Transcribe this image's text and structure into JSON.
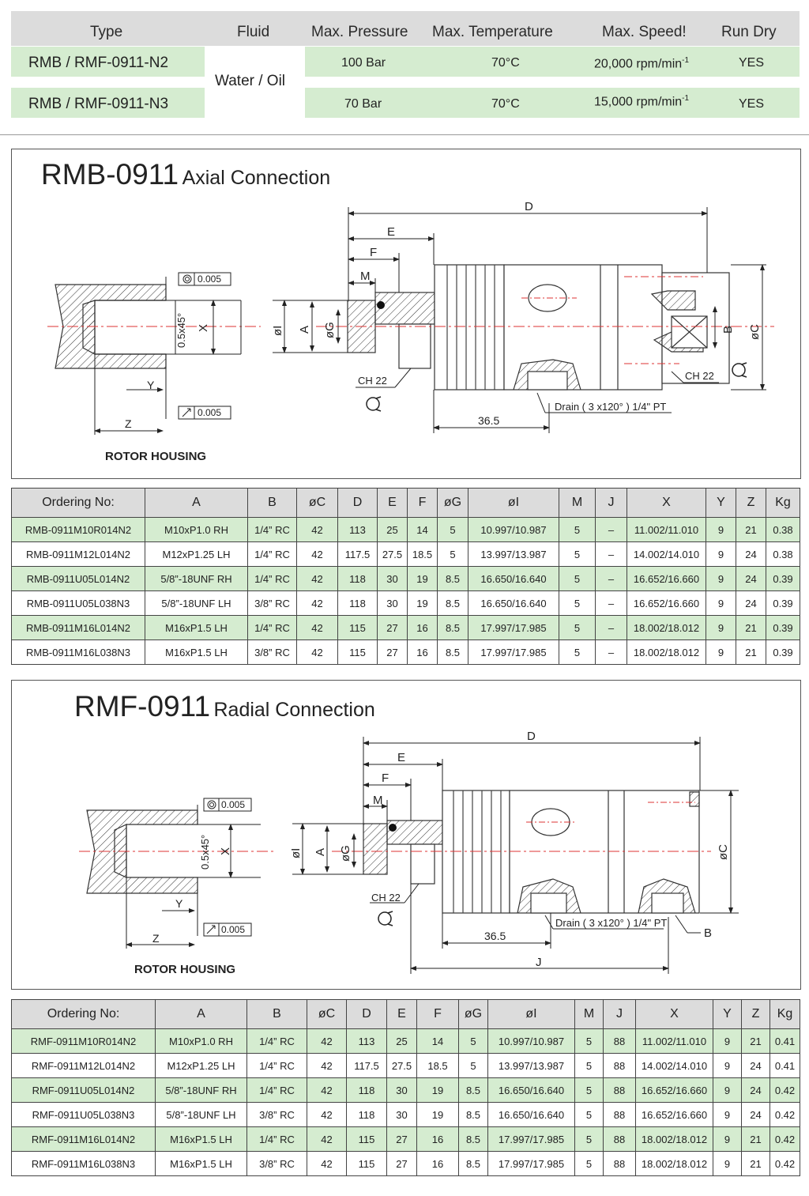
{
  "spec": {
    "headers": [
      "Type",
      "Fluid",
      "Max. Pressure",
      "Max. Temperature",
      "Max. Speed!",
      "Run Dry"
    ],
    "fluid": "Water / Oil",
    "rows": [
      {
        "type": "RMB / RMF-0911-N2",
        "pressure": "100 Bar",
        "temp": "70°C",
        "speed": "20,000 rpm/min",
        "sup": "-1",
        "dry": "YES"
      },
      {
        "type": "RMB / RMF-0911-N3",
        "pressure": "70 Bar",
        "temp": "70°C",
        "speed": "15,000 rpm/min",
        "sup": "-1",
        "dry": "YES"
      }
    ]
  },
  "rmb": {
    "model": "RMB-0911",
    "subtitle": "Axial Connection",
    "housing_label": "ROTOR HOUSING",
    "drawing": {
      "tol1": "0.005",
      "tol2": "0.005",
      "chamfer": "0.5x45°",
      "dims": [
        "D",
        "E",
        "F",
        "M",
        "X",
        "Y",
        "Z",
        "øI",
        "A",
        "øG",
        "B",
        "øC"
      ],
      "ch1": "CH 22",
      "ch2": "CH 22",
      "drain": "Drain ( 3 x120° ) 1/4\" PT",
      "dim365": "36.5"
    },
    "table": {
      "headers": [
        "Ordering No:",
        "A",
        "B",
        "øC",
        "D",
        "E",
        "F",
        "øG",
        "øI",
        "M",
        "J",
        "X",
        "Y",
        "Z",
        "Kg"
      ],
      "rows": [
        [
          "RMB-0911M10R014N2",
          "M10xP1.0 RH",
          "1/4” RC",
          "42",
          "113",
          "25",
          "14",
          "5",
          "10.997/10.987",
          "5",
          "–",
          "11.002/11.010",
          "9",
          "21",
          "0.38"
        ],
        [
          "RMB-0911M12L014N2",
          "M12xP1.25 LH",
          "1/4” RC",
          "42",
          "117.5",
          "27.5",
          "18.5",
          "5",
          "13.997/13.987",
          "5",
          "–",
          "14.002/14.010",
          "9",
          "24",
          "0.38"
        ],
        [
          "RMB-0911U05L014N2",
          "5/8”-18UNF RH",
          "1/4” RC",
          "42",
          "118",
          "30",
          "19",
          "8.5",
          "16.650/16.640",
          "5",
          "–",
          "16.652/16.660",
          "9",
          "24",
          "0.39"
        ],
        [
          "RMB-0911U05L038N3",
          "5/8”-18UNF LH",
          "3/8” RC",
          "42",
          "118",
          "30",
          "19",
          "8.5",
          "16.650/16.640",
          "5",
          "–",
          "16.652/16.660",
          "9",
          "24",
          "0.39"
        ],
        [
          "RMB-0911M16L014N2",
          "M16xP1.5 LH",
          "1/4” RC",
          "42",
          "115",
          "27",
          "16",
          "8.5",
          "17.997/17.985",
          "5",
          "–",
          "18.002/18.012",
          "9",
          "21",
          "0.39"
        ],
        [
          "RMB-0911M16L038N3",
          "M16xP1.5 LH",
          "3/8” RC",
          "42",
          "115",
          "27",
          "16",
          "8.5",
          "17.997/17.985",
          "5",
          "–",
          "18.002/18.012",
          "9",
          "21",
          "0.39"
        ]
      ]
    }
  },
  "rmf": {
    "model": "RMF-0911",
    "subtitle": "Radial Connection",
    "housing_label": "ROTOR HOUSING",
    "drawing": {
      "tol1": "0.005",
      "tol2": "0.005",
      "chamfer": "0.5x45°",
      "dims": [
        "D",
        "E",
        "F",
        "M",
        "X",
        "Y",
        "Z",
        "øI",
        "A",
        "øG",
        "B",
        "øC",
        "J"
      ],
      "ch1": "CH 22",
      "drain": "Drain ( 3 x120° ) 1/4\" PT",
      "dim365": "36.5"
    },
    "table": {
      "headers": [
        "Ordering No:",
        "A",
        "B",
        "øC",
        "D",
        "E",
        "F",
        "øG",
        "øI",
        "M",
        "J",
        "X",
        "Y",
        "Z",
        "Kg"
      ],
      "rows": [
        [
          "RMF-0911M10R014N2",
          "M10xP1.0 RH",
          "1/4” RC",
          "42",
          "113",
          "25",
          "14",
          "5",
          "10.997/10.987",
          "5",
          "88",
          "11.002/11.010",
          "9",
          "21",
          "0.41"
        ],
        [
          "RMF-0911M12L014N2",
          "M12xP1.25 LH",
          "1/4” RC",
          "42",
          "117.5",
          "27.5",
          "18.5",
          "5",
          "13.997/13.987",
          "5",
          "88",
          "14.002/14.010",
          "9",
          "24",
          "0.41"
        ],
        [
          "RMF-0911U05L014N2",
          "5/8”-18UNF RH",
          "1/4” RC",
          "42",
          "118",
          "30",
          "19",
          "8.5",
          "16.650/16.640",
          "5",
          "88",
          "16.652/16.660",
          "9",
          "24",
          "0.42"
        ],
        [
          "RMF-0911U05L038N3",
          "5/8”-18UNF LH",
          "3/8” RC",
          "42",
          "118",
          "30",
          "19",
          "8.5",
          "16.650/16.640",
          "5",
          "88",
          "16.652/16.660",
          "9",
          "24",
          "0.42"
        ],
        [
          "RMF-0911M16L014N2",
          "M16xP1.5 LH",
          "1/4” RC",
          "42",
          "115",
          "27",
          "16",
          "8.5",
          "17.997/17.985",
          "5",
          "88",
          "18.002/18.012",
          "9",
          "21",
          "0.42"
        ],
        [
          "RMF-0911M16L038N3",
          "M16xP1.5 LH",
          "3/8” RC",
          "42",
          "115",
          "27",
          "16",
          "8.5",
          "17.997/17.985",
          "5",
          "88",
          "18.002/18.012",
          "9",
          "21",
          "0.42"
        ]
      ]
    }
  }
}
